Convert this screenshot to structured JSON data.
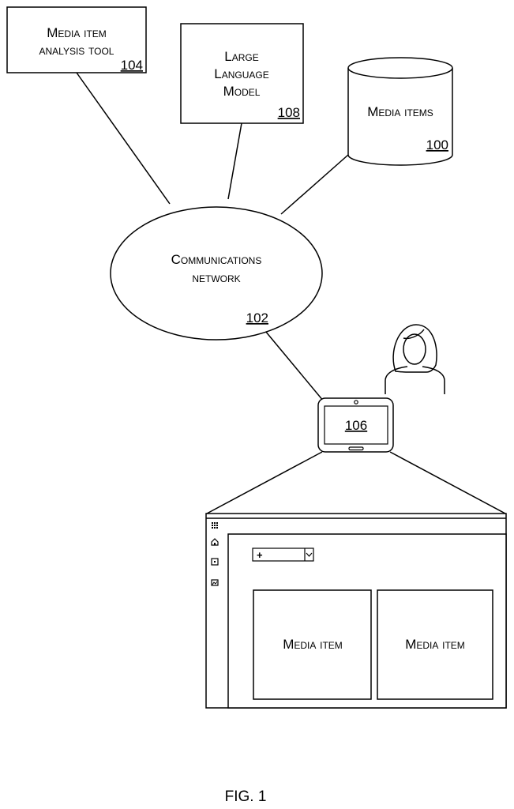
{
  "nodes": {
    "analysis_tool": {
      "line1": "Media item",
      "line2": "analysis tool",
      "ref": "104"
    },
    "llm": {
      "line1": "Large",
      "line2": "Language",
      "line3": "Model",
      "ref": "108"
    },
    "media_items_db": {
      "label": "Media items",
      "ref": "100"
    },
    "network": {
      "line1": "Communications",
      "line2": "network",
      "ref": "102"
    },
    "device": {
      "ref": "106"
    }
  },
  "ui_mockup": {
    "dropdown_symbol": "+",
    "media_item_1": "Media item",
    "media_item_2": "Media item"
  },
  "caption": "FIG. 1"
}
